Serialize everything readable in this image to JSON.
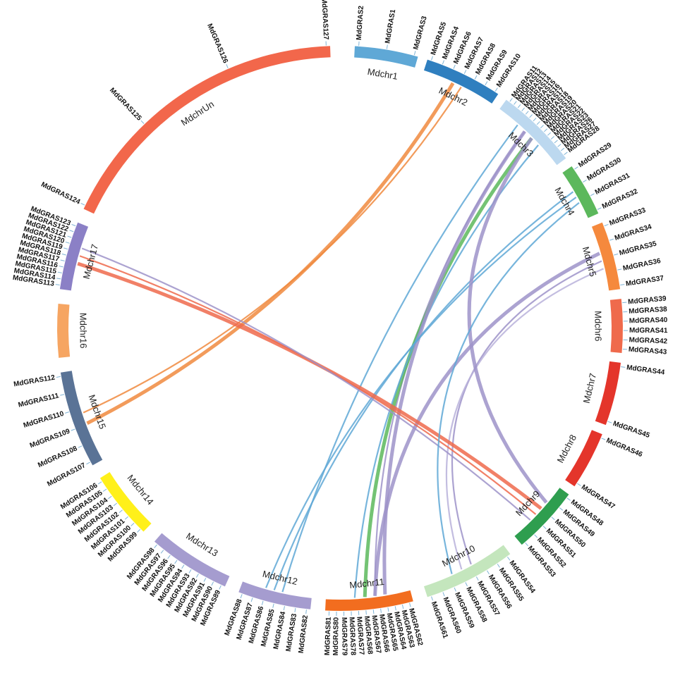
{
  "chromosomes": [
    {
      "id": "Mdchr1",
      "label": "Mdchr1",
      "color": "#5fa8d6"
    },
    {
      "id": "Mdchr2",
      "label": "Mdchr2",
      "color": "#2f7fbf"
    },
    {
      "id": "Mdchr3",
      "label": "Mdchr3",
      "color": "#bcd8ef"
    },
    {
      "id": "Mdchr4",
      "label": "Mdchr4",
      "color": "#5cb85c"
    },
    {
      "id": "Mdchr5",
      "label": "Mdchr5",
      "color": "#f5893d"
    },
    {
      "id": "Mdchr6",
      "label": "Mdchr6",
      "color": "#ef6a4c"
    },
    {
      "id": "Mdchr7",
      "label": "Mdchr7",
      "color": "#e4352b"
    },
    {
      "id": "Mdchr8",
      "label": "Mdchr8",
      "color": "#e4352b"
    },
    {
      "id": "Mdchr9",
      "label": "Mdchr9",
      "color": "#2e9e4f"
    },
    {
      "id": "Mdchr10",
      "label": "Mdchr10",
      "color": "#c4e6bd"
    },
    {
      "id": "Mdchr11",
      "label": "Mdchr11",
      "color": "#f26d1f"
    },
    {
      "id": "Mdchr12",
      "label": "Mdchr12",
      "color": "#a59ccf"
    },
    {
      "id": "Mdchr13",
      "label": "Mdchr13",
      "color": "#a59ccf"
    },
    {
      "id": "Mdchr14",
      "label": "Mdchr14",
      "color": "#fff01a"
    },
    {
      "id": "Mdchr15",
      "label": "Mdchr15",
      "color": "#5a7396"
    },
    {
      "id": "Mdchr16",
      "label": "Mdchr16",
      "color": "#f6a562"
    },
    {
      "id": "Mdchr17",
      "label": "Mdchr17",
      "color": "#8b80c6"
    },
    {
      "id": "MdchrUn",
      "label": "MdchrUn",
      "color": "#f2674b"
    }
  ],
  "genes": [
    {
      "chr": "Mdchr1",
      "names": [
        "MdGRAS2",
        "MdGRAS1",
        "MdGRAS3"
      ]
    },
    {
      "chr": "Mdchr2",
      "names": [
        "MdGRAS5",
        "MdGRAS4",
        "MdGRAS6",
        "MdGRAS7",
        "MdGRAS8",
        "MdGRAS9",
        "MdGRAS10"
      ]
    },
    {
      "chr": "Mdchr3",
      "names": [
        "MdGRAS11",
        "MdGRAS12",
        "MdGRAS13",
        "MdGRAS14",
        "MdGRAS15",
        "MdGRAS16",
        "MdGRAS17",
        "MdGRAS18",
        "MdGRAS19",
        "MdGRAS20",
        "MdGRAS21",
        "MdGRAS22",
        "MdGRAS23",
        "MdGRAS26",
        "MdGRAS27",
        "MdGRAS28"
      ]
    },
    {
      "chr": "Mdchr4",
      "names": [
        "MdGRAS29",
        "MdGRAS30",
        "MdGRAS31",
        "MdGRAS32"
      ]
    },
    {
      "chr": "Mdchr5",
      "names": [
        "MdGRAS33",
        "MdGRAS34",
        "MdGRAS35",
        "MdGRAS36",
        "MdGRAS37"
      ]
    },
    {
      "chr": "Mdchr6",
      "names": [
        "MdGRAS39",
        "MdGRAS38",
        "MdGRAS40",
        "MdGRAS41",
        "MdGRAS42",
        "MdGRAS43"
      ]
    },
    {
      "chr": "Mdchr7",
      "names": [
        "MdGRAS44",
        "MdGRAS45"
      ]
    },
    {
      "chr": "Mdchr8",
      "names": [
        "MdGRAS46",
        "MdGRAS47"
      ]
    },
    {
      "chr": "Mdchr9",
      "names": [
        "MdGRAS48",
        "MdGRAS49",
        "MdGRAS50",
        "MdGRAS51",
        "MdGRAS52",
        "MdGRAS53"
      ]
    },
    {
      "chr": "Mdchr10",
      "names": [
        "MdGRAS54",
        "MdGRAS55",
        "MdGRAS56",
        "MdGRAS57",
        "MdGRAS58",
        "MdGRAS59",
        "MdGRAS60",
        "MdGRAS61"
      ]
    },
    {
      "chr": "Mdchr11",
      "names": [
        "MdGRAS62",
        "MdGRAS63",
        "MdGRAS64",
        "MdGRAS65",
        "MdGRAS66",
        "MdGRAS67",
        "MdGRAS68",
        "MdGRAS77",
        "MdGRAS78",
        "MdGRAS79",
        "MdGRAS80",
        "MdGRAS81"
      ]
    },
    {
      "chr": "Mdchr12",
      "names": [
        "MdGRAS82",
        "MdGRAS83",
        "MdGRAS84",
        "MdGRAS85",
        "MdGRAS86",
        "MdGRAS87",
        "MdGRAS88"
      ]
    },
    {
      "chr": "Mdchr13",
      "names": [
        "MdGRAS89",
        "MdGRAS90",
        "MdGRAS91",
        "MdGRAS92",
        "MdGRAS93",
        "MdGRAS94",
        "MdGRAS95",
        "MdGRAS96",
        "MdGRAS97",
        "MdGRAS98"
      ]
    },
    {
      "chr": "Mdchr14",
      "names": [
        "MdGRAS99",
        "MdGRAS100",
        "MdGRAS101",
        "MdGRAS102",
        "MdGRAS103",
        "MdGRAS104",
        "MdGRAS105",
        "MdGRAS106"
      ]
    },
    {
      "chr": "Mdchr15",
      "names": [
        "MdGRAS107",
        "MdGRAS108",
        "MdGRAS109",
        "MdGRAS110",
        "MdGRAS111",
        "MdGRAS112"
      ]
    },
    {
      "chr": "Mdchr17",
      "names": [
        "MdGRAS113",
        "MdGRAS114",
        "MdGRAS115",
        "MdGRAS116",
        "MdGRAS117",
        "MdGRAS118",
        "MdGRAS119",
        "MdGRAS120",
        "MdGRAS121",
        "MdGRAS122",
        "MdGRAS123"
      ]
    },
    {
      "chr": "MdchrUn",
      "names": [
        "MdGRAS124",
        "MdGRAS125",
        "MdGRAS126",
        "MdGRAS127"
      ]
    }
  ],
  "links": [
    {
      "from": "Mdchr2",
      "to": "Mdchr15",
      "color": "#f08a3e"
    },
    {
      "from": "Mdchr2",
      "to": "Mdchr15",
      "color": "#f08a3e"
    },
    {
      "from": "Mdchr3",
      "to": "Mdchr11",
      "color": "#9d93c9"
    },
    {
      "from": "Mdchr3",
      "to": "Mdchr11",
      "color": "#5cb85c"
    },
    {
      "from": "Mdchr3",
      "to": "Mdchr11",
      "color": "#5fa8d6"
    },
    {
      "from": "Mdchr3",
      "to": "Mdchr12",
      "color": "#5fa8d6"
    },
    {
      "from": "Mdchr3",
      "to": "Mdchr11",
      "color": "#9d93c9"
    },
    {
      "from": "Mdchr4",
      "to": "Mdchr12",
      "color": "#5fa8d6"
    },
    {
      "from": "Mdchr4",
      "to": "Mdchr12",
      "color": "#5fa8d6"
    },
    {
      "from": "Mdchr5",
      "to": "Mdchr11",
      "color": "#9d93c9"
    },
    {
      "from": "Mdchr5",
      "to": "Mdchr10",
      "color": "#9d93c9"
    },
    {
      "from": "Mdchr5",
      "to": "Mdchr10",
      "color": "#b9b2da"
    },
    {
      "from": "Mdchr17",
      "to": "Mdchr9",
      "color": "#ef6a4c"
    },
    {
      "from": "Mdchr17",
      "to": "Mdchr9",
      "color": "#ef6a4c"
    },
    {
      "from": "Mdchr17",
      "to": "Mdchr9",
      "color": "#9d93c9"
    },
    {
      "from": "Mdchr3",
      "to": "Mdchr9",
      "color": "#9d93c9"
    },
    {
      "from": "Mdchr4",
      "to": "Mdchr10",
      "color": "#5fa8d6"
    }
  ]
}
